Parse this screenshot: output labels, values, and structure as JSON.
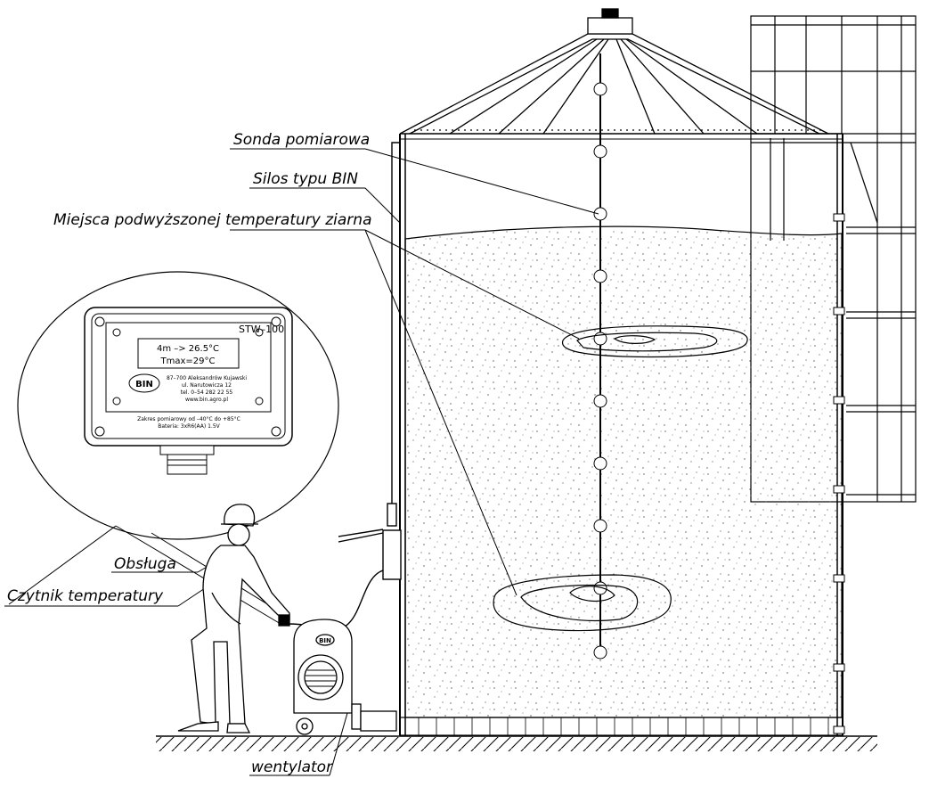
{
  "labels": {
    "probe": "Sonda pomiarowa",
    "silo": "Silos typu BIN",
    "hotspots": "Miejsca podwyższonej temperatury ziarna",
    "operator": "Obsługa",
    "reader": "Czytnik temperatury",
    "fan": "wentylator"
  },
  "device": {
    "model": "STW–100",
    "line1": "4m  –>  26.5°C",
    "line2": "Tmax=29°C",
    "logo": "BIN",
    "address1": "87–700 Aleksandrów Kujawski",
    "address2": "ul. Narutowicza 12",
    "phone": "tel. 0–54 282 22 55",
    "web": "www.bin.agro.pl",
    "range": "Zakres pomiarowy od  –40°C do +85°C",
    "battery": "Bateria: 3xR6(AA) 1.5V"
  },
  "fan_logo": "BIN"
}
